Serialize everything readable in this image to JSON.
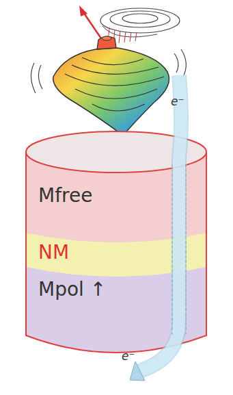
{
  "diagram": {
    "nodes": [
      {
        "text": [
          "Mfree"
        ]
      },
      {
        "text": [
          "NM"
        ]
      },
      {
        "text": [
          "Mpol ↑"
        ]
      }
    ],
    "labels": [
      "e⁻",
      "e⁻"
    ]
  }
}
